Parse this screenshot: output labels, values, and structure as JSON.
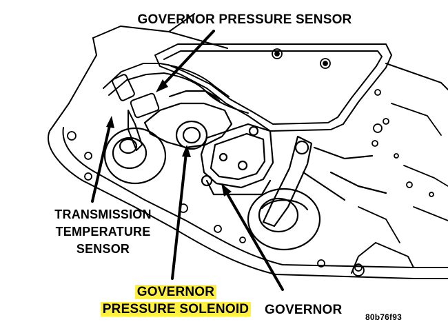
{
  "diagram": {
    "title": "GOVERNOR PRESSURE SENSOR",
    "labels": {
      "transmission_temperature_sensor": [
        "TRANSMISSION",
        "TEMPERATURE",
        "SENSOR"
      ],
      "governor_pressure_solenoid": [
        "GOVERNOR",
        "PRESSURE SOLENOID"
      ],
      "governor": "GOVERNOR"
    },
    "figure_code": "80b76f93"
  },
  "colors": {
    "ink": "#000000",
    "background": "#ffffff",
    "highlight": "#fff13d"
  }
}
